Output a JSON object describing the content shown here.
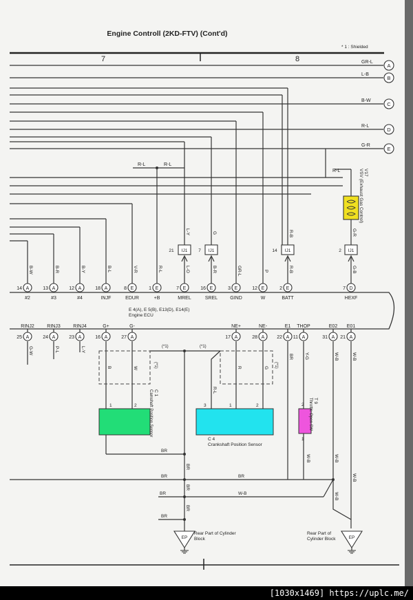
{
  "title": "Engine Controll (2KD-FTV) (Cont'd)",
  "shield_note": "* 1 : Shielded",
  "columns": [
    "7",
    "8"
  ],
  "ecu": {
    "refs": "E 4(A), E 5(B), E13(D), E14(E)",
    "name": "Engine ECU",
    "top_terminals": [
      {
        "num": "14",
        "conn": "A",
        "name": "#2",
        "wire": "B-W"
      },
      {
        "num": "13",
        "conn": "A",
        "name": "#3",
        "wire": "B-R"
      },
      {
        "num": "12",
        "conn": "A",
        "name": "#4",
        "wire": "B-Y"
      },
      {
        "num": "18",
        "conn": "A",
        "name": "INJF",
        "wire": "B-L"
      },
      {
        "num": "8",
        "conn": "E",
        "name": "EDUR",
        "wire": "V-R"
      },
      {
        "num": "1",
        "conn": "E",
        "name": "+B",
        "wire": "R-L"
      },
      {
        "num": "7",
        "conn": "E",
        "name": "MREL",
        "wire": "L-O"
      },
      {
        "num": "16",
        "conn": "E",
        "name": "SREL",
        "wire": "B-R"
      },
      {
        "num": "3",
        "conn": "E",
        "name": "GIND",
        "wire": "GR-L"
      },
      {
        "num": "12",
        "conn": "E",
        "name": "W",
        "wire": "P"
      },
      {
        "num": "2",
        "conn": "E",
        "name": "BATT",
        "wire": "R-B"
      },
      {
        "num": "7",
        "conn": "D",
        "name": "HEXF",
        "wire": "G-B"
      }
    ],
    "bottom_terminals": [
      {
        "num": "25",
        "conn": "A",
        "name": "RINJ2",
        "wire": "G-W"
      },
      {
        "num": "24",
        "conn": "A",
        "name": "RINJ3",
        "wire": "P-L"
      },
      {
        "num": "23",
        "conn": "A",
        "name": "RINJ4",
        "wire": "L-Y"
      },
      {
        "num": "16",
        "conn": "A",
        "name": "G+",
        "wire": "B"
      },
      {
        "num": "27",
        "conn": "A",
        "name": "G-",
        "wire": "W"
      },
      {
        "num": "17",
        "conn": "A",
        "name": "NE+",
        "wire": "R"
      },
      {
        "num": "28",
        "conn": "A",
        "name": "NE-",
        "wire": "G"
      },
      {
        "num": "22",
        "conn": "A",
        "name": "E1",
        "wire": "BR"
      },
      {
        "num": "11",
        "conn": "A",
        "name": "THOP",
        "wire": "Y-G"
      },
      {
        "num": "31",
        "conn": "A",
        "name": "E02",
        "wire": "W-B"
      },
      {
        "num": "21",
        "conn": "A",
        "name": "E01",
        "wire": "W-B"
      }
    ]
  },
  "right_connectors": [
    {
      "id": "A",
      "wire": "GR-L"
    },
    {
      "id": "B",
      "wire": "L-B"
    },
    {
      "id": "C",
      "wire": "B-W"
    },
    {
      "id": "D",
      "wire": "R-L"
    },
    {
      "id": "E",
      "wire": "G-R"
    }
  ],
  "junctions": [
    {
      "pin": "21",
      "name": "IJ1",
      "wire_top": "L-Y"
    },
    {
      "pin": "7",
      "name": "IJ1",
      "wire_top": "G"
    },
    {
      "pin": "14",
      "name": "IJ1",
      "wire_top": "R-B"
    },
    {
      "pin": "2",
      "name": "IJ1",
      "wire_top": "G-R"
    }
  ],
  "top_wire_labels": {
    "rl1": "R-L",
    "rl2": "R-L",
    "rl3": "R-L"
  },
  "vsv": {
    "id": "V17",
    "name": "VSV (Exhaust Gas Control)",
    "wire_bottom": "G-R"
  },
  "camshaft_sensor": {
    "id": "C 1",
    "name": "Camshaft Position Sensor",
    "pin1": "1",
    "pin2": "2",
    "color": "#22dd77"
  },
  "crankshaft_sensor": {
    "id": "C 4",
    "name": "Crankshaft Position Sensor",
    "pin1": "1",
    "pin2": "2",
    "pin3": "3",
    "wire3": "R-L",
    "color": "#22e3ee"
  },
  "throttle_sw": {
    "id": "T 9",
    "name": "Throttle Open SW",
    "pin_top": "2",
    "pin_bot": "1",
    "wire": "W-B",
    "color": "#ee55dd"
  },
  "shield_marks": [
    "(*1)",
    "(*1)",
    "(*1)",
    "(*1)"
  ],
  "ground_wires": {
    "br1": "BR",
    "br2": "BR",
    "br3": "BR",
    "br4": "BR",
    "br5": "BR",
    "br6": "BR",
    "br7": "BR",
    "br8": "BR",
    "wb1": "W-B",
    "wb2": "W-B",
    "wb3": "W-B"
  },
  "grounds": [
    {
      "id": "EP",
      "name": "Rear Part of Cylinder Block"
    },
    {
      "id": "EP",
      "name": "Rear Part of Cylinder Block"
    }
  ],
  "watermark": "[1030x1469] https://uplc.me/"
}
